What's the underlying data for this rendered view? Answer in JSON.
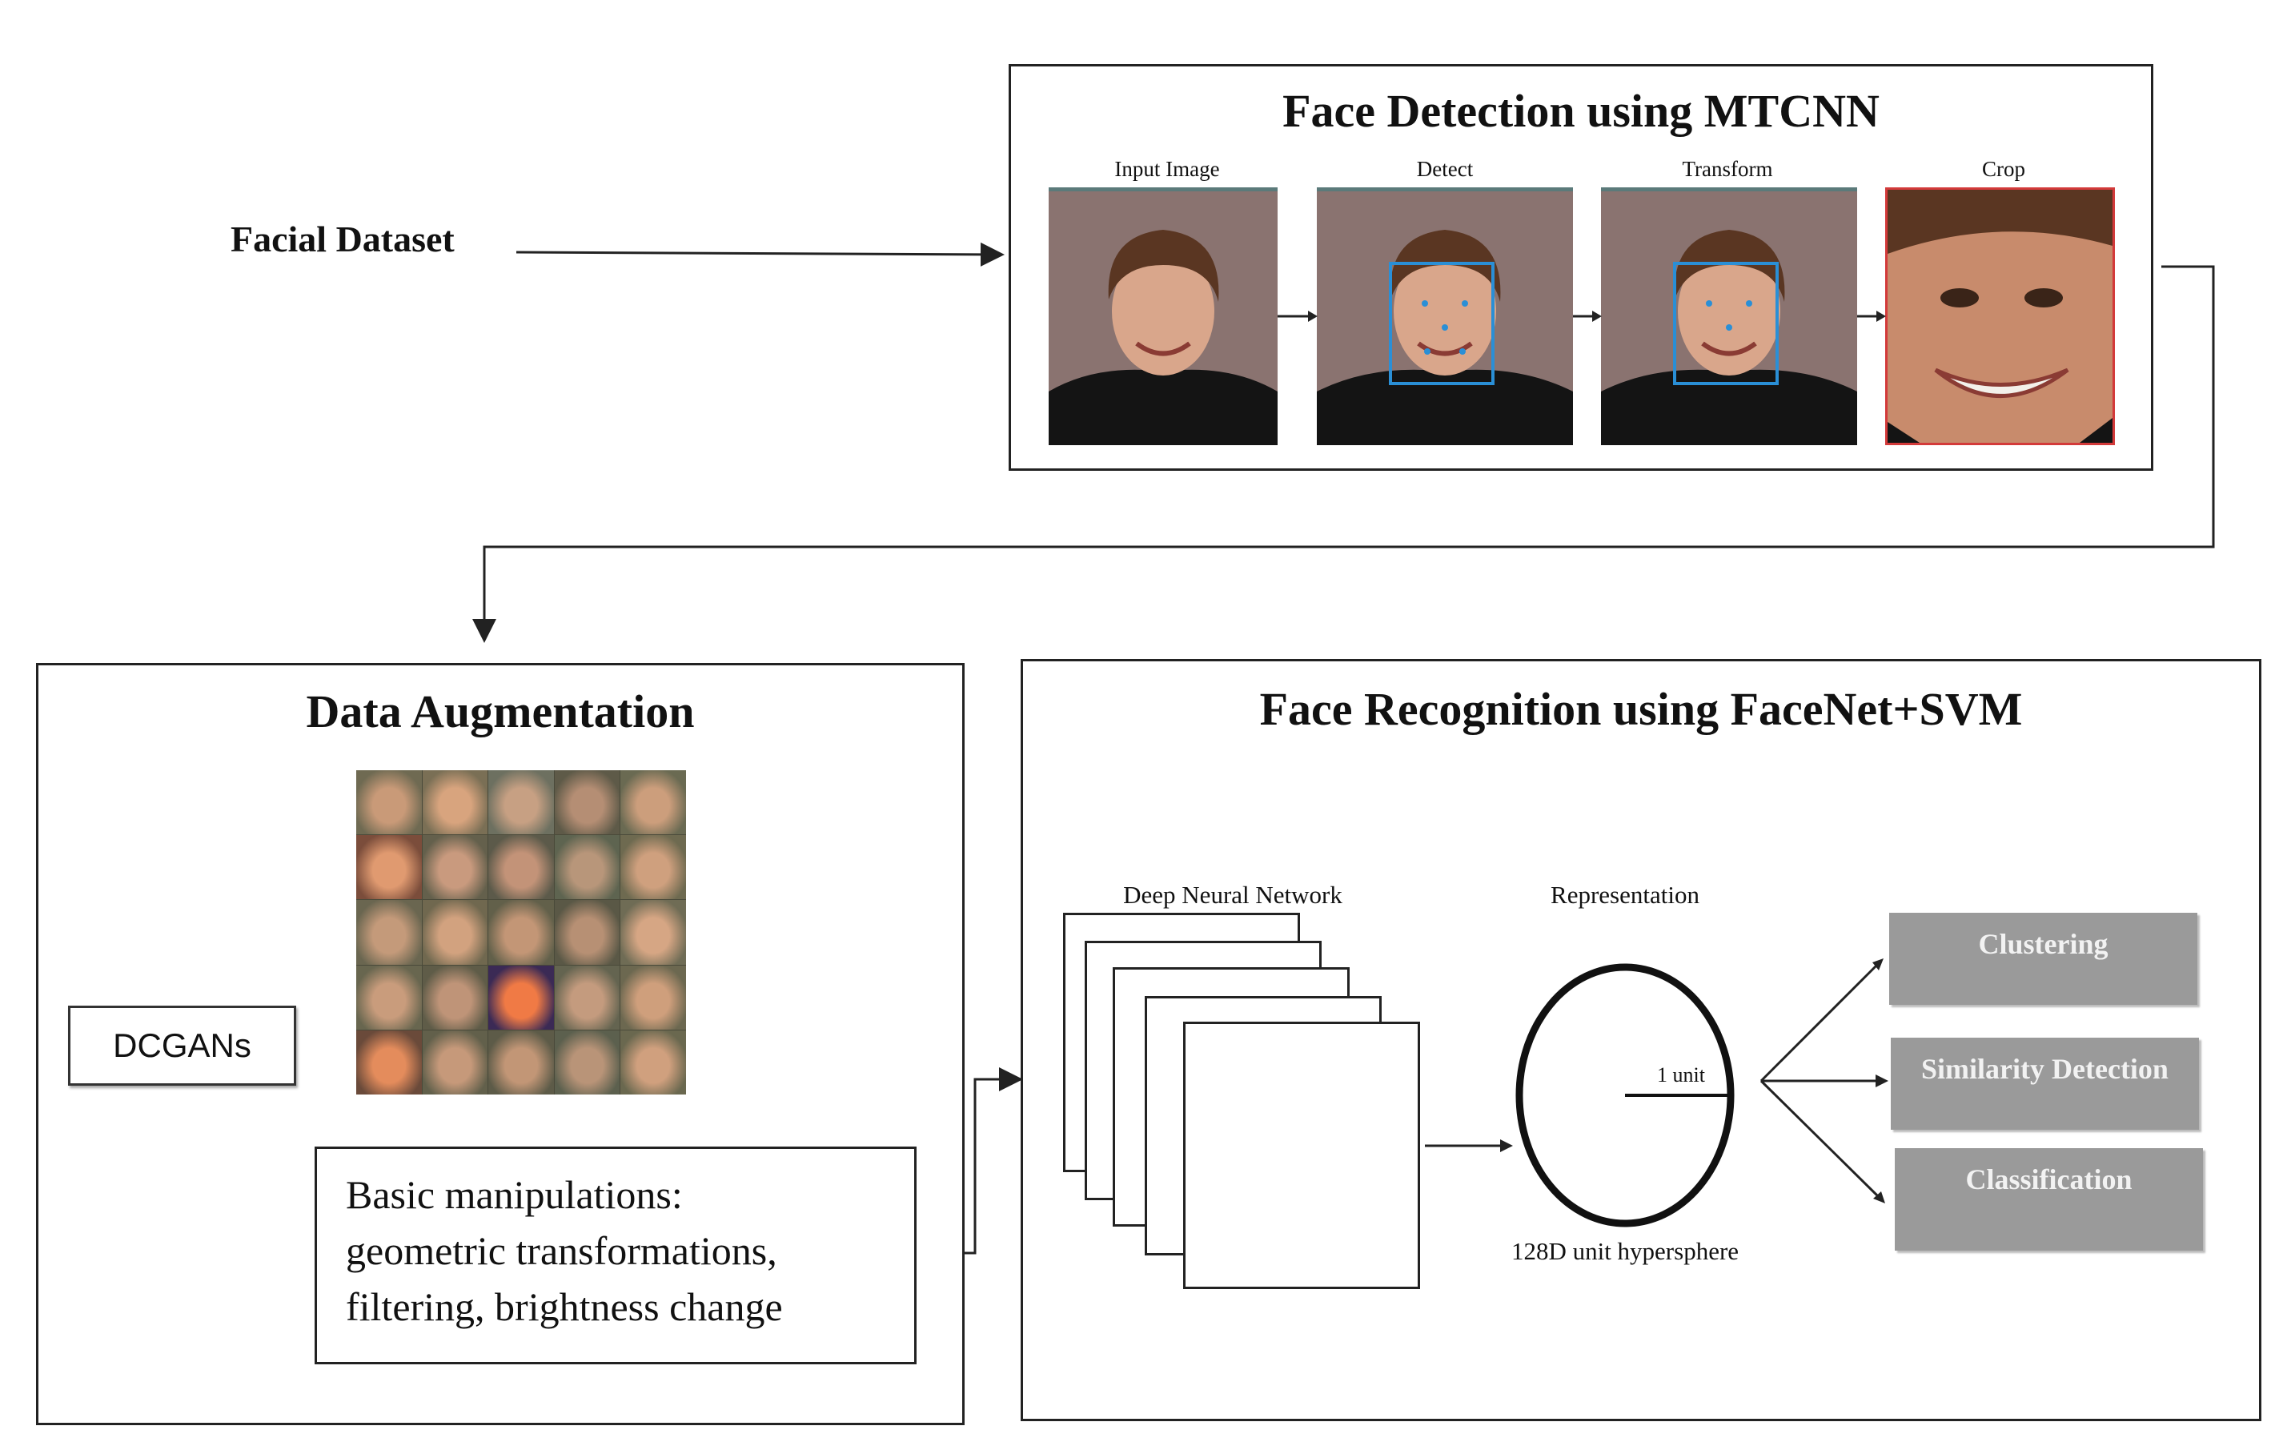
{
  "input": {
    "label": "Facial Dataset"
  },
  "detection": {
    "title": "Face Detection using MTCNN",
    "steps": [
      {
        "label": "Input Image"
      },
      {
        "label": "Detect"
      },
      {
        "label": "Transform"
      },
      {
        "label": "Crop"
      }
    ]
  },
  "augmentation": {
    "title": "Data Augmentation",
    "dcgan_label": "DCGANs",
    "basic_lines": [
      "Basic manipulations:",
      "geometric transformations,",
      "filtering, brightness change"
    ]
  },
  "recognition": {
    "title": "Face Recognition using FaceNet+SVM",
    "dnn_label": "Deep Neural Network",
    "representation_label": "Representation",
    "unit_label": "1 unit",
    "hypersphere_label": "128D unit hypersphere",
    "outputs": [
      {
        "label": "Clustering"
      },
      {
        "label": "Similarity Detection"
      },
      {
        "label": "Classification"
      }
    ]
  },
  "colors": {
    "detect_box": "#2a8fd6",
    "crop_border": "#d33a3a",
    "output_box": "#9a9a9a",
    "line": "#222222"
  }
}
